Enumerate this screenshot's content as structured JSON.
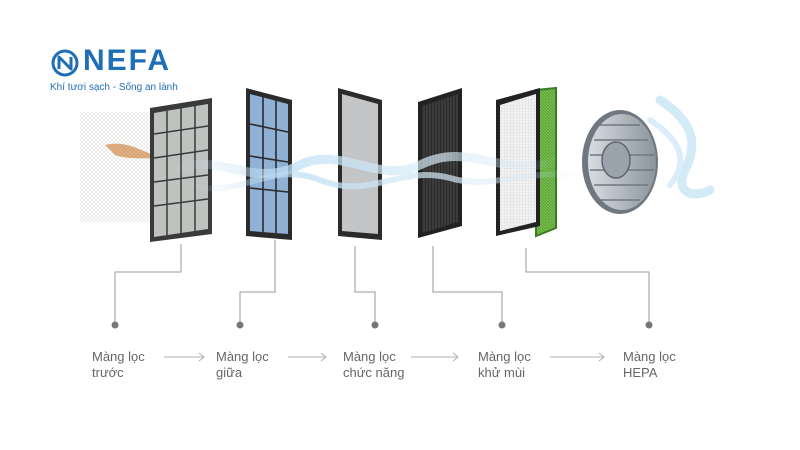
{
  "logo": {
    "brand": "NEFA",
    "tagline": "Khí tươi sạch - Sống an lành"
  },
  "steps": [
    {
      "line1": "Màng lọc",
      "line2": "trước"
    },
    {
      "line1": "Màng lọc",
      "line2": "giữa"
    },
    {
      "line1": "Màng lọc",
      "line2": "chức năng"
    },
    {
      "line1": "Màng lọc",
      "line2": "khử mùi"
    },
    {
      "line1": "Màng lọc",
      "line2": "HEPA"
    }
  ],
  "colors": {
    "brand": "#1f6fb7",
    "label_text": "#666666",
    "connector": "#9a9a9a",
    "airflow": "#bfe0f4"
  }
}
